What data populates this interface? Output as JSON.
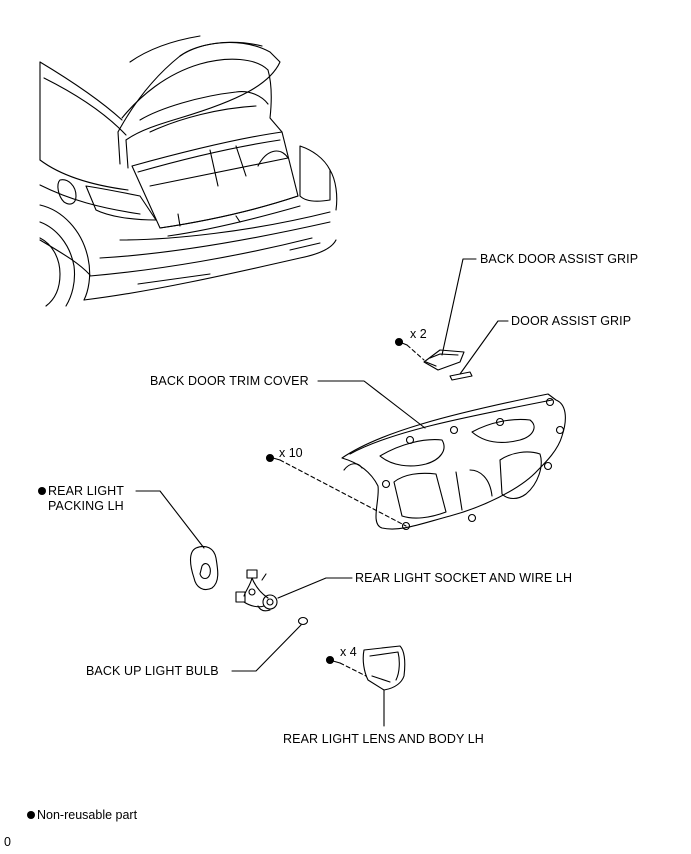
{
  "labels": {
    "back_door_assist_grip": "BACK DOOR ASSIST GRIP",
    "door_assist_grip": "DOOR ASSIST GRIP",
    "back_door_trim_cover": "BACK DOOR TRIM COVER",
    "rear_light_packing_line1": "REAR LIGHT",
    "rear_light_packing_line2": "PACKING LH",
    "rear_light_socket_and_wire": "REAR LIGHT SOCKET AND WIRE LH",
    "back_up_light_bulb": "BACK UP LIGHT BULB",
    "rear_light_lens_and_body": "REAR LIGHT LENS AND BODY LH"
  },
  "quantities": {
    "grip_screws": "x 2",
    "trim_cover_clips": "x 10",
    "lens_nuts": "x 4"
  },
  "legend": {
    "non_reusable": "Non-reusable part"
  },
  "figure_code": "0",
  "icons": {
    "non_reusable_marker": "filled-circle-icon"
  }
}
